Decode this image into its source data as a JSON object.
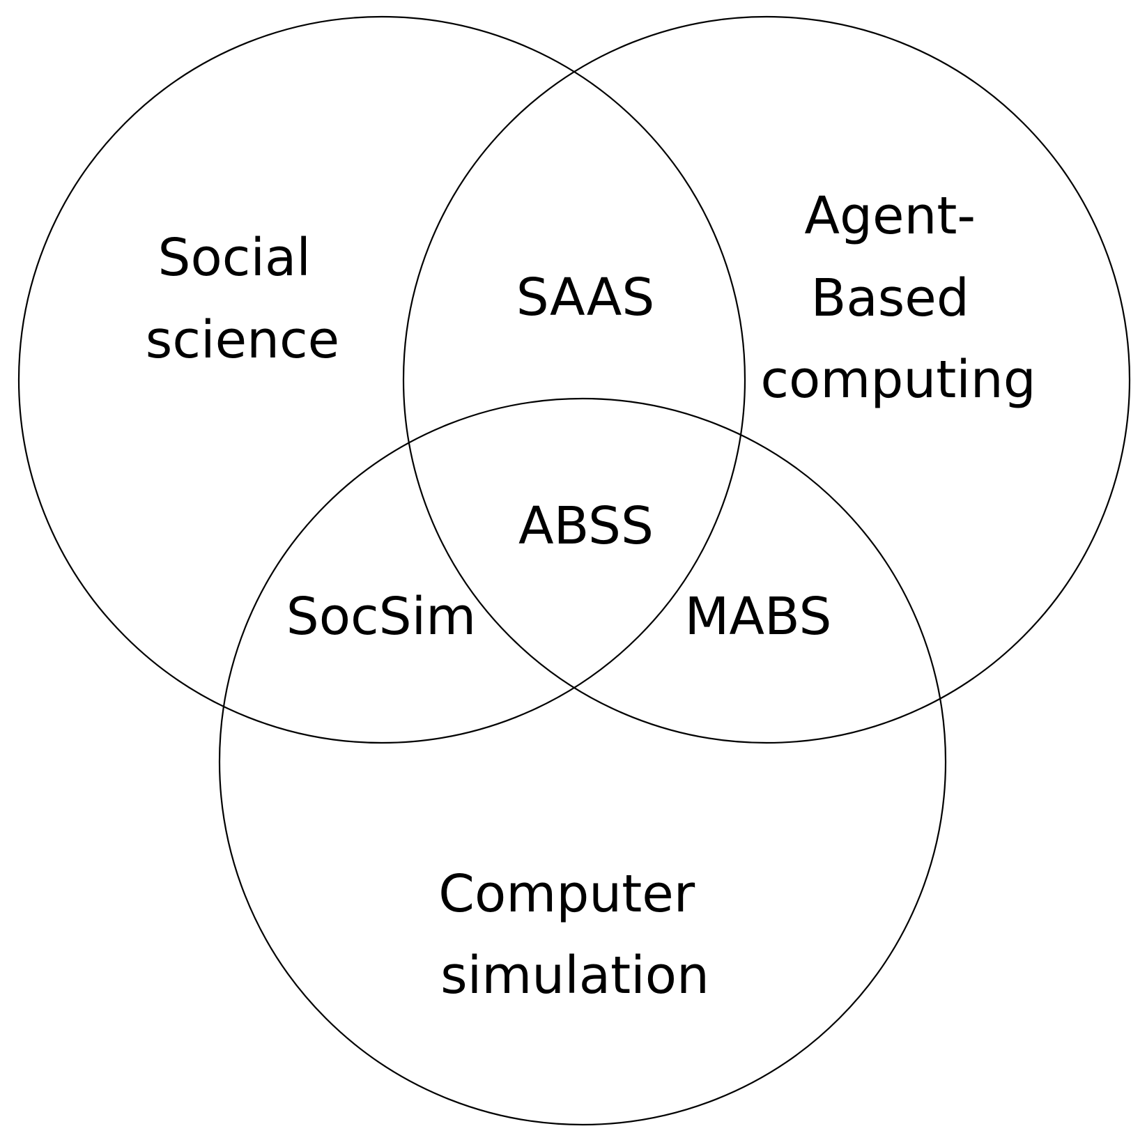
{
  "diagram": {
    "type": "venn",
    "line_color": "#000000",
    "background": "#ffffff",
    "sets": [
      {
        "id": "social",
        "lines": [
          "Social",
          "science"
        ]
      },
      {
        "id": "agent",
        "lines": [
          "Agent-",
          "Based",
          "computing"
        ]
      },
      {
        "id": "simulation",
        "lines": [
          "Computer",
          "simulation"
        ]
      }
    ],
    "intersections": [
      {
        "id": "social_agent",
        "label": "SAAS"
      },
      {
        "id": "social_simulation",
        "label": "SocSim"
      },
      {
        "id": "agent_simulation",
        "label": "MABS"
      },
      {
        "id": "all",
        "label": "ABSS"
      }
    ]
  }
}
